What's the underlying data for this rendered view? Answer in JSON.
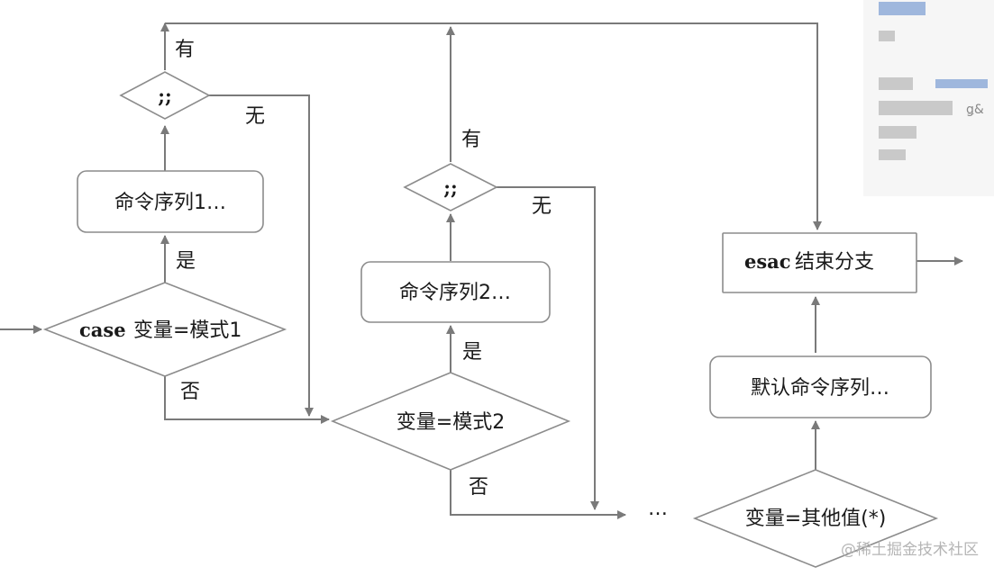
{
  "diagram": {
    "nodes": {
      "case_cond": {
        "kw": "case",
        "text": "变量=模式1"
      },
      "seq1": {
        "text": "命令序列1…"
      },
      "semi1": {
        "text": ";;"
      },
      "cond2": {
        "text": "变量=模式2"
      },
      "seq2": {
        "text": "命令序列2…"
      },
      "semi2": {
        "text": ";;"
      },
      "ellipsis": {
        "text": "…"
      },
      "cond_other": {
        "text": "变量=其他值(*)"
      },
      "default_seq": {
        "text": "默认命令序列…"
      },
      "esac": {
        "kw": "esac",
        "text": "结束分支"
      }
    },
    "edge_labels": {
      "yes1": "是",
      "no1": "否",
      "has1": "有",
      "none1": "无",
      "yes2": "是",
      "no2": "否",
      "has2": "有",
      "none2": "无"
    }
  },
  "overlay": {
    "partial_text": "ǥ&"
  },
  "watermark": "@稀土掘金技术社区"
}
